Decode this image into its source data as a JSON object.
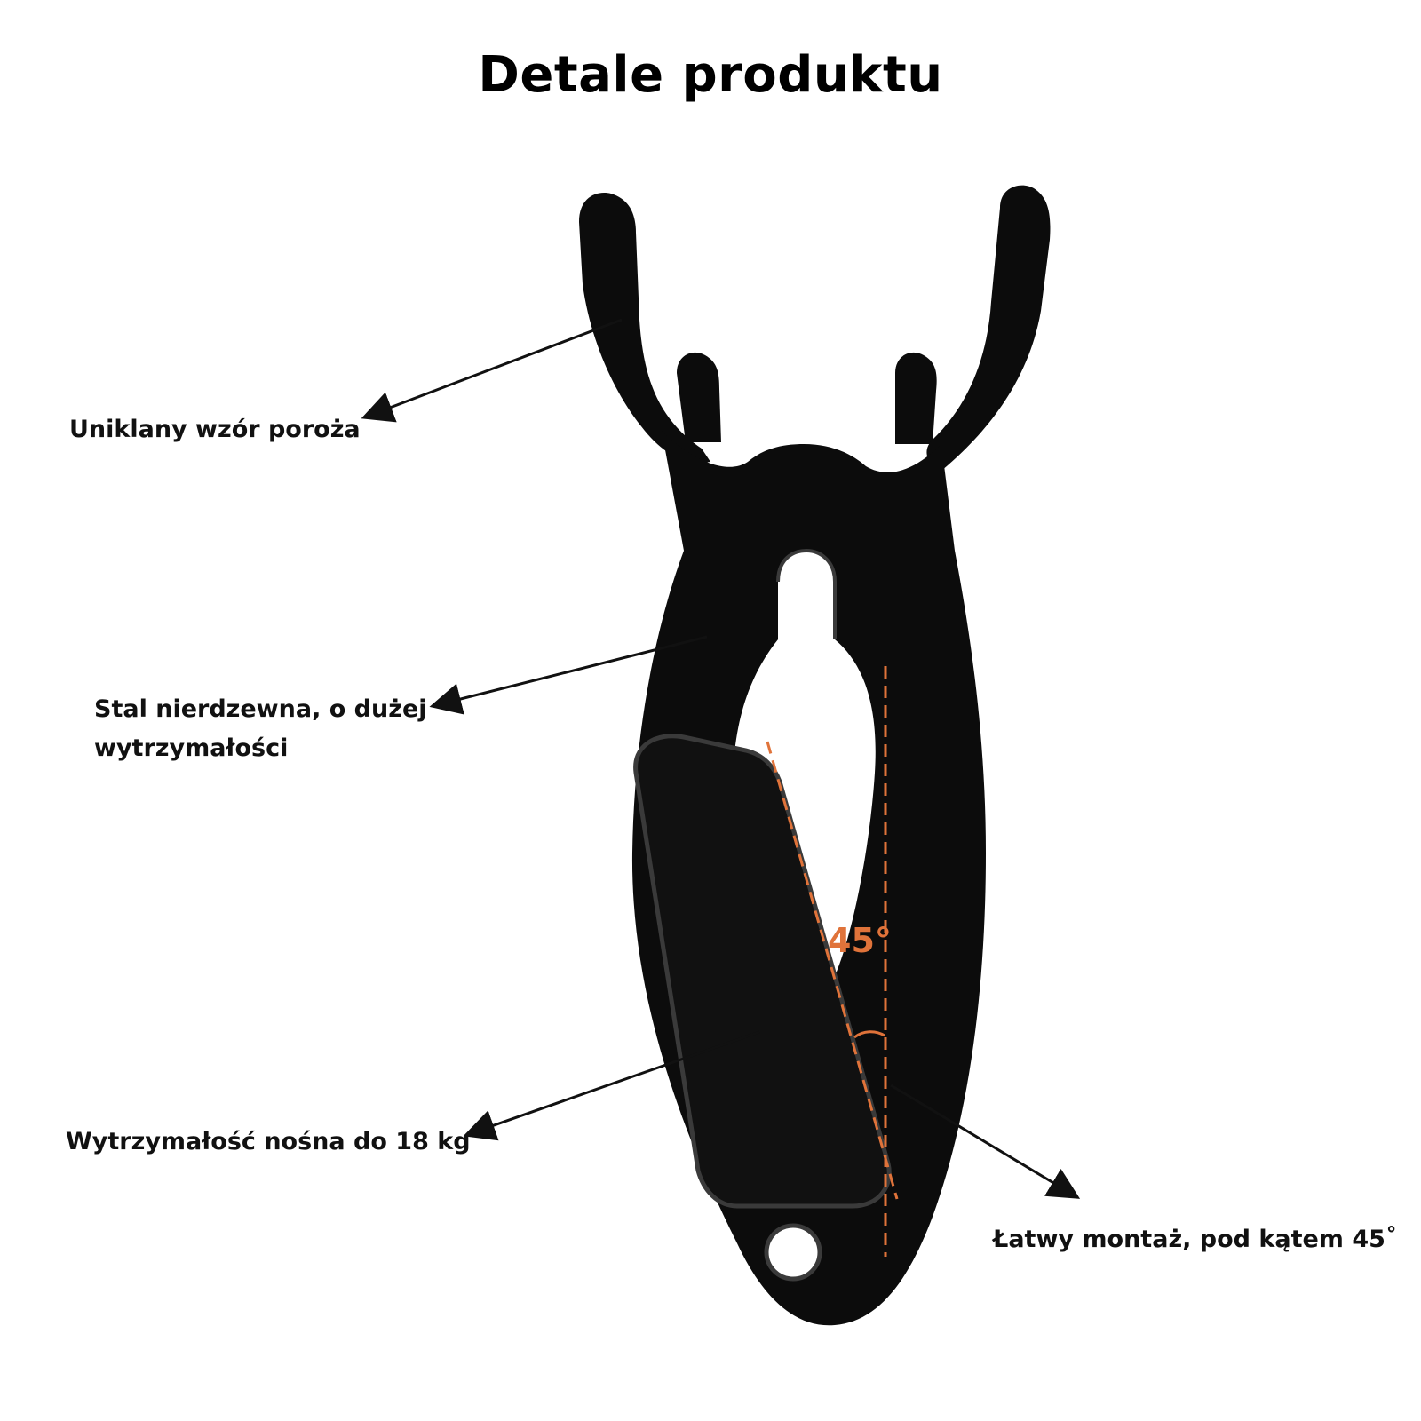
{
  "title": "Detale produktu",
  "callouts": {
    "antler": "Uniklany wzór poroża",
    "steel_line1": "Stal nierdzewna, o dużej",
    "steel_line2": "wytrzymałości",
    "load": "Wytrzymałość nośna do 18 kg",
    "mount": "Łatwy montaż, pod kątem 45˚"
  },
  "angle_label": "45°",
  "colors": {
    "metal": "#0c0c0c",
    "highlight": "#3a3a3a",
    "accent": "#e0733a",
    "text": "#111111"
  }
}
